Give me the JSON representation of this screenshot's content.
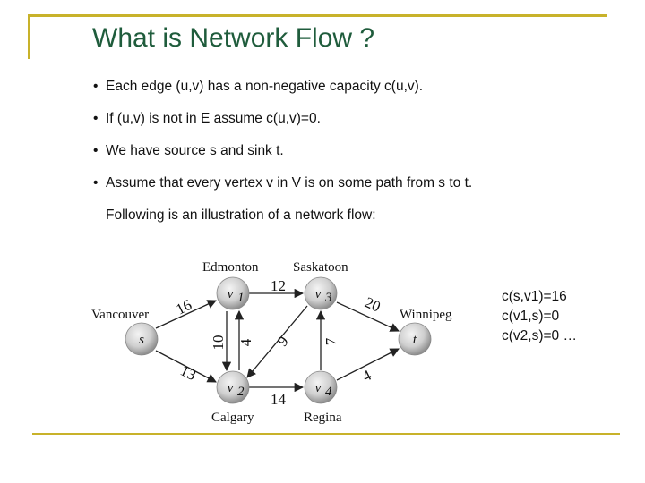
{
  "title": "What is Network Flow ?",
  "bullets": [
    "Each edge (u,v) has a non-negative capacity c(u,v).",
    "If (u,v) is not in E assume c(u,v)=0.",
    "We have source s and sink t.",
    "Assume that every vertex v in V is on some path from s to t."
  ],
  "following_text": "Following is an illustration of a network flow:",
  "diagram": {
    "cities": {
      "edmonton": "Edmonton",
      "saskatoon": "Saskatoon",
      "vancouver": "Vancouver",
      "winnipeg": "Winnipeg",
      "calgary": "Calgary",
      "regina": "Regina"
    },
    "vertices": {
      "s": "s",
      "v1": "v",
      "v1_sub": "1",
      "v2": "v",
      "v2_sub": "2",
      "v3": "v",
      "v3_sub": "3",
      "v4": "v",
      "v4_sub": "4",
      "t": "t"
    },
    "capacities": {
      "s_v1": "16",
      "s_v2": "13",
      "v1_v3": "12",
      "v2_v1": "4",
      "v1_v2": "10",
      "v3_v2": "9",
      "v4_v3": "7",
      "v2_v4": "14",
      "v3_t": "20",
      "v4_t": "4"
    }
  },
  "cap_notes": [
    "c(s,v1)=16",
    "c(v1,s)=0",
    "c(v2,s)=0 …"
  ]
}
